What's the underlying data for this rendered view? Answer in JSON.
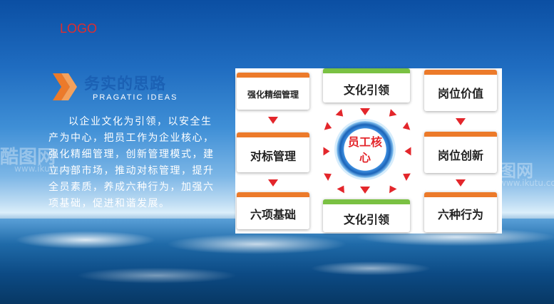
{
  "logo": "LOGO",
  "title": "务实的思路",
  "subtitle": "PRAGATIC IDEAS",
  "paragraph": "以企业文化为引领，以安全生产为中心，把员工作为企业核心，强化精细管理，创新管理模式，建立内部市场，推动对标管理，提升全员素质，养成六种行为，加强六项基础，促进和谐发展。",
  "watermark": {
    "text": "酷图网",
    "url": "www.ikutu.com"
  },
  "diagram": {
    "center": "员工核心",
    "top_left": "强化精细管理",
    "top_center": "文化引领",
    "top_right": "岗位价值",
    "mid_left": "对标管理",
    "mid_right": "岗位创新",
    "bottom_left": "六项基础",
    "bottom_center": "文化引领",
    "bottom_right": "六种行为"
  },
  "colors": {
    "accent_orange": "#ec7a2a",
    "accent_green": "#7ac143",
    "arrow_red": "#e3262b",
    "title_blue": "#1a5fb3"
  }
}
